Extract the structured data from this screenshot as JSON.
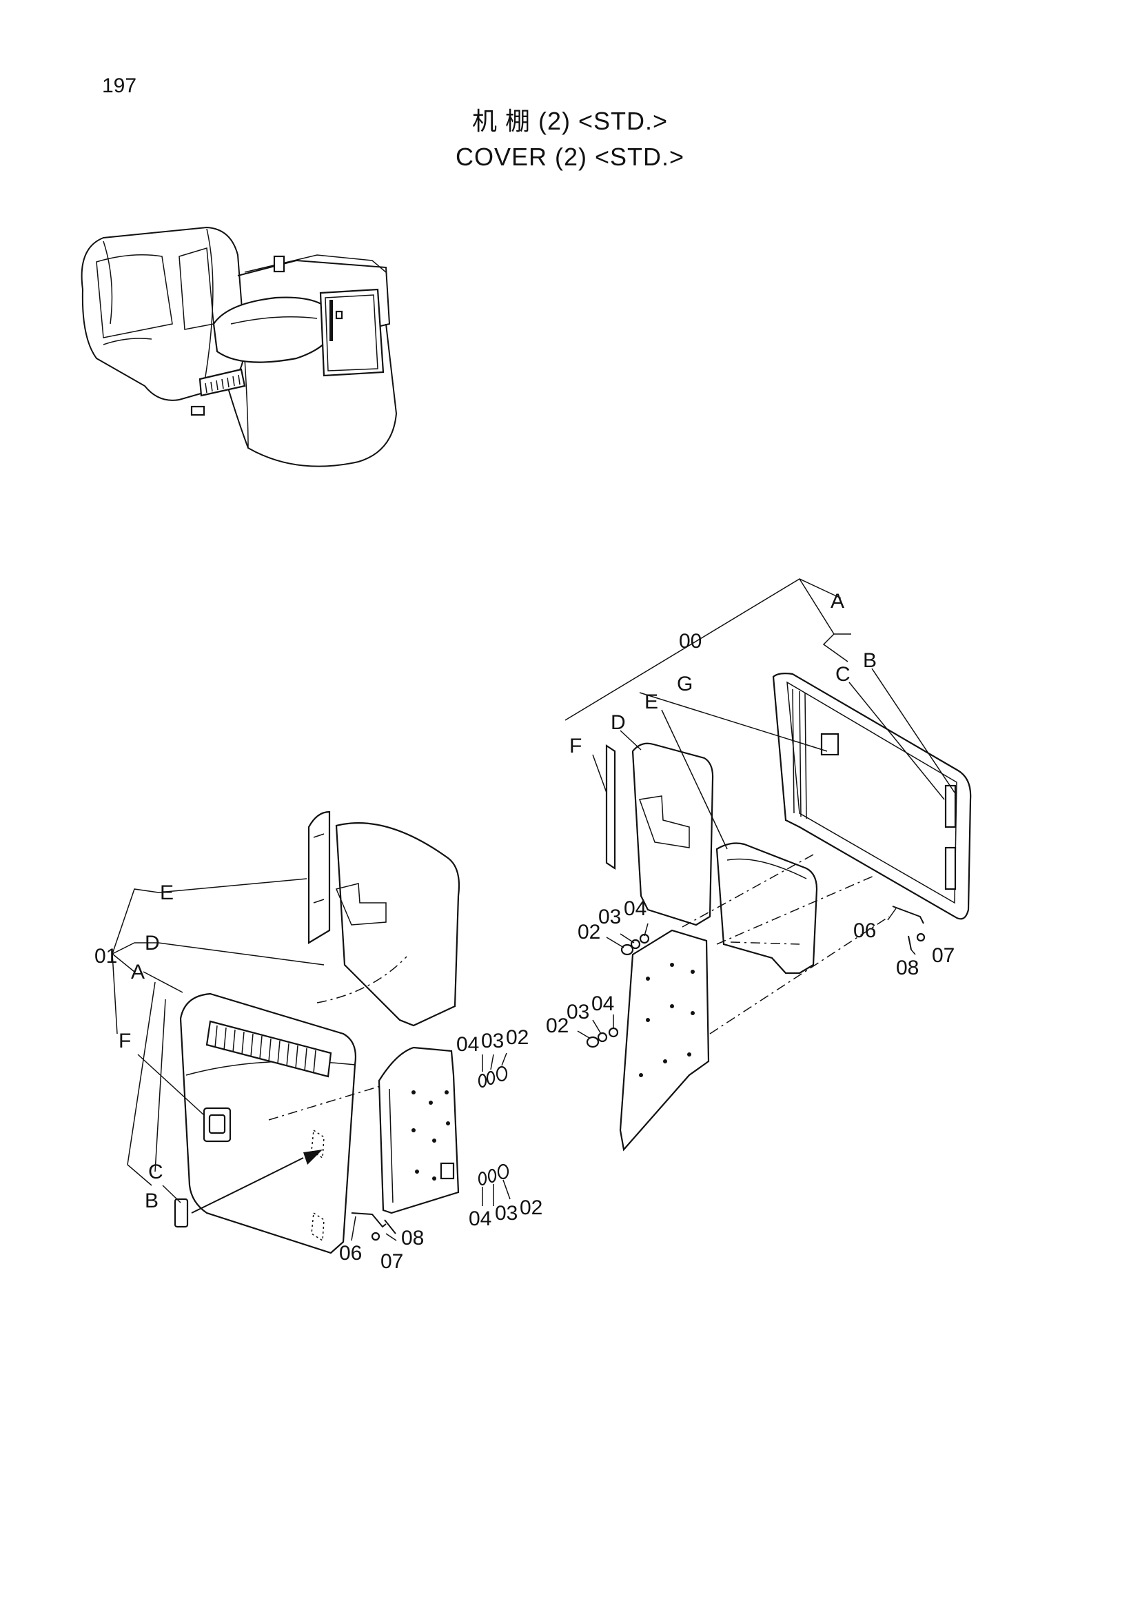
{
  "page_number": "197",
  "title": {
    "zh": "机  棚 (2) <STD.>",
    "en": "COVER (2) <STD.>"
  },
  "callouts": {
    "left": {
      "E": "E",
      "D": "D",
      "n01": "01",
      "A": "A",
      "F": "F",
      "C": "C",
      "B": "B",
      "n04a": "04",
      "n03a": "03",
      "n02a": "02",
      "n04b": "04",
      "n03b": "03",
      "n02b": "02",
      "n06": "06",
      "n07": "07",
      "n08": "08"
    },
    "right": {
      "A": "A",
      "n00": "00",
      "B": "B",
      "C": "C",
      "G": "G",
      "E": "E",
      "D": "D",
      "F": "F",
      "n02a": "02",
      "n03a": "03",
      "n04a": "04",
      "n02b": "02",
      "n03b": "03",
      "n04b": "04",
      "n06": "06",
      "n07": "07",
      "n08": "08"
    }
  }
}
